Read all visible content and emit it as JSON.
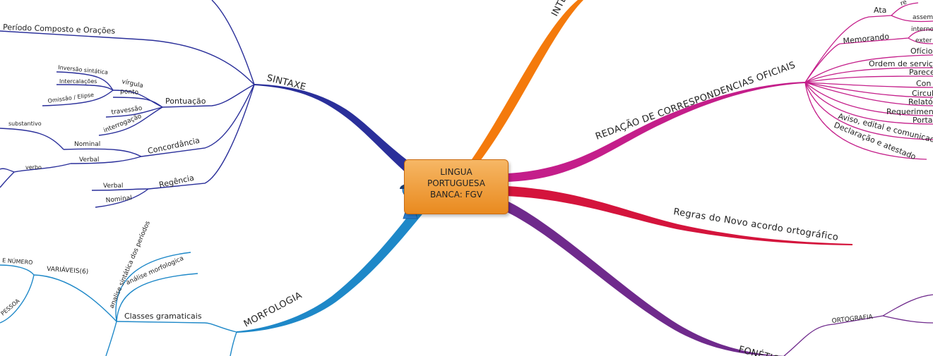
{
  "central": {
    "line1": "LINGUA",
    "line2": "PORTUGUESA",
    "line3": "BANCA: FGV",
    "icon": "person-icon"
  },
  "branches": {
    "interpretacao": "INTE",
    "redacao": "REDAÇÃO DE CORRESPONDENCIAS OFICIAIS",
    "regras": "Regras do Novo acordo ortográfico",
    "fonetica": "FONÉTIC",
    "morfologia": "MORFOLOGIA",
    "sintaxe": "SINTAXE"
  },
  "redacao": {
    "ata": "Ata",
    "ata_sub1": "re",
    "ata_sub2": "assem",
    "memorando": "Memorando",
    "memo_sub1": "interno",
    "memo_sub2": "exter",
    "oficio": "Ofício",
    "ordem": "Ordem de serviço",
    "parecer": "Parece",
    "con": "Con",
    "circular": "Circul",
    "relatorio": "Relató",
    "requerimento": "Requerimen",
    "portaria": "Porta",
    "aviso": "Aviso, edital e comunicad",
    "declaracao": "Declaração e atestado"
  },
  "fonetica": {
    "ortografia": "ORTOGRAFIA"
  },
  "morfologia": {
    "classes": "Classes gramaticais",
    "variaveis": "VARIÁVEIS(6)",
    "numero": "E NÚMERO",
    "pessoa": "PESSOA",
    "analise_sintatica": "analise sintática dos períodos",
    "analise_morfologica": "análise morfologica"
  },
  "sintaxe": {
    "periodo": "Período Composto e Orações",
    "pontuacao": "Pontuação",
    "virgula": "vírgula",
    "ponto": "ponto",
    "travessao": "travessão",
    "interrogacao": "interrogação",
    "inversao": "Inversão sintática",
    "intercalacoes": "Intercalações",
    "omissao": "Omissão / Elipse",
    "concordancia": "Concordância",
    "nominal_c": "Nominal",
    "verbal_c": "Verbal",
    "substantivo": "substantivo",
    "verbo": "verbo",
    "regencia": "Regência",
    "verbal_r": "Verbal",
    "nominal_r": "Nominal"
  },
  "colors": {
    "orange": "#f47a0c",
    "magenta": "#c41e8a",
    "crimson": "#d4143c",
    "purple": "#6f2a8c",
    "blue": "#1e88c8",
    "navy": "#2a2f9a"
  }
}
